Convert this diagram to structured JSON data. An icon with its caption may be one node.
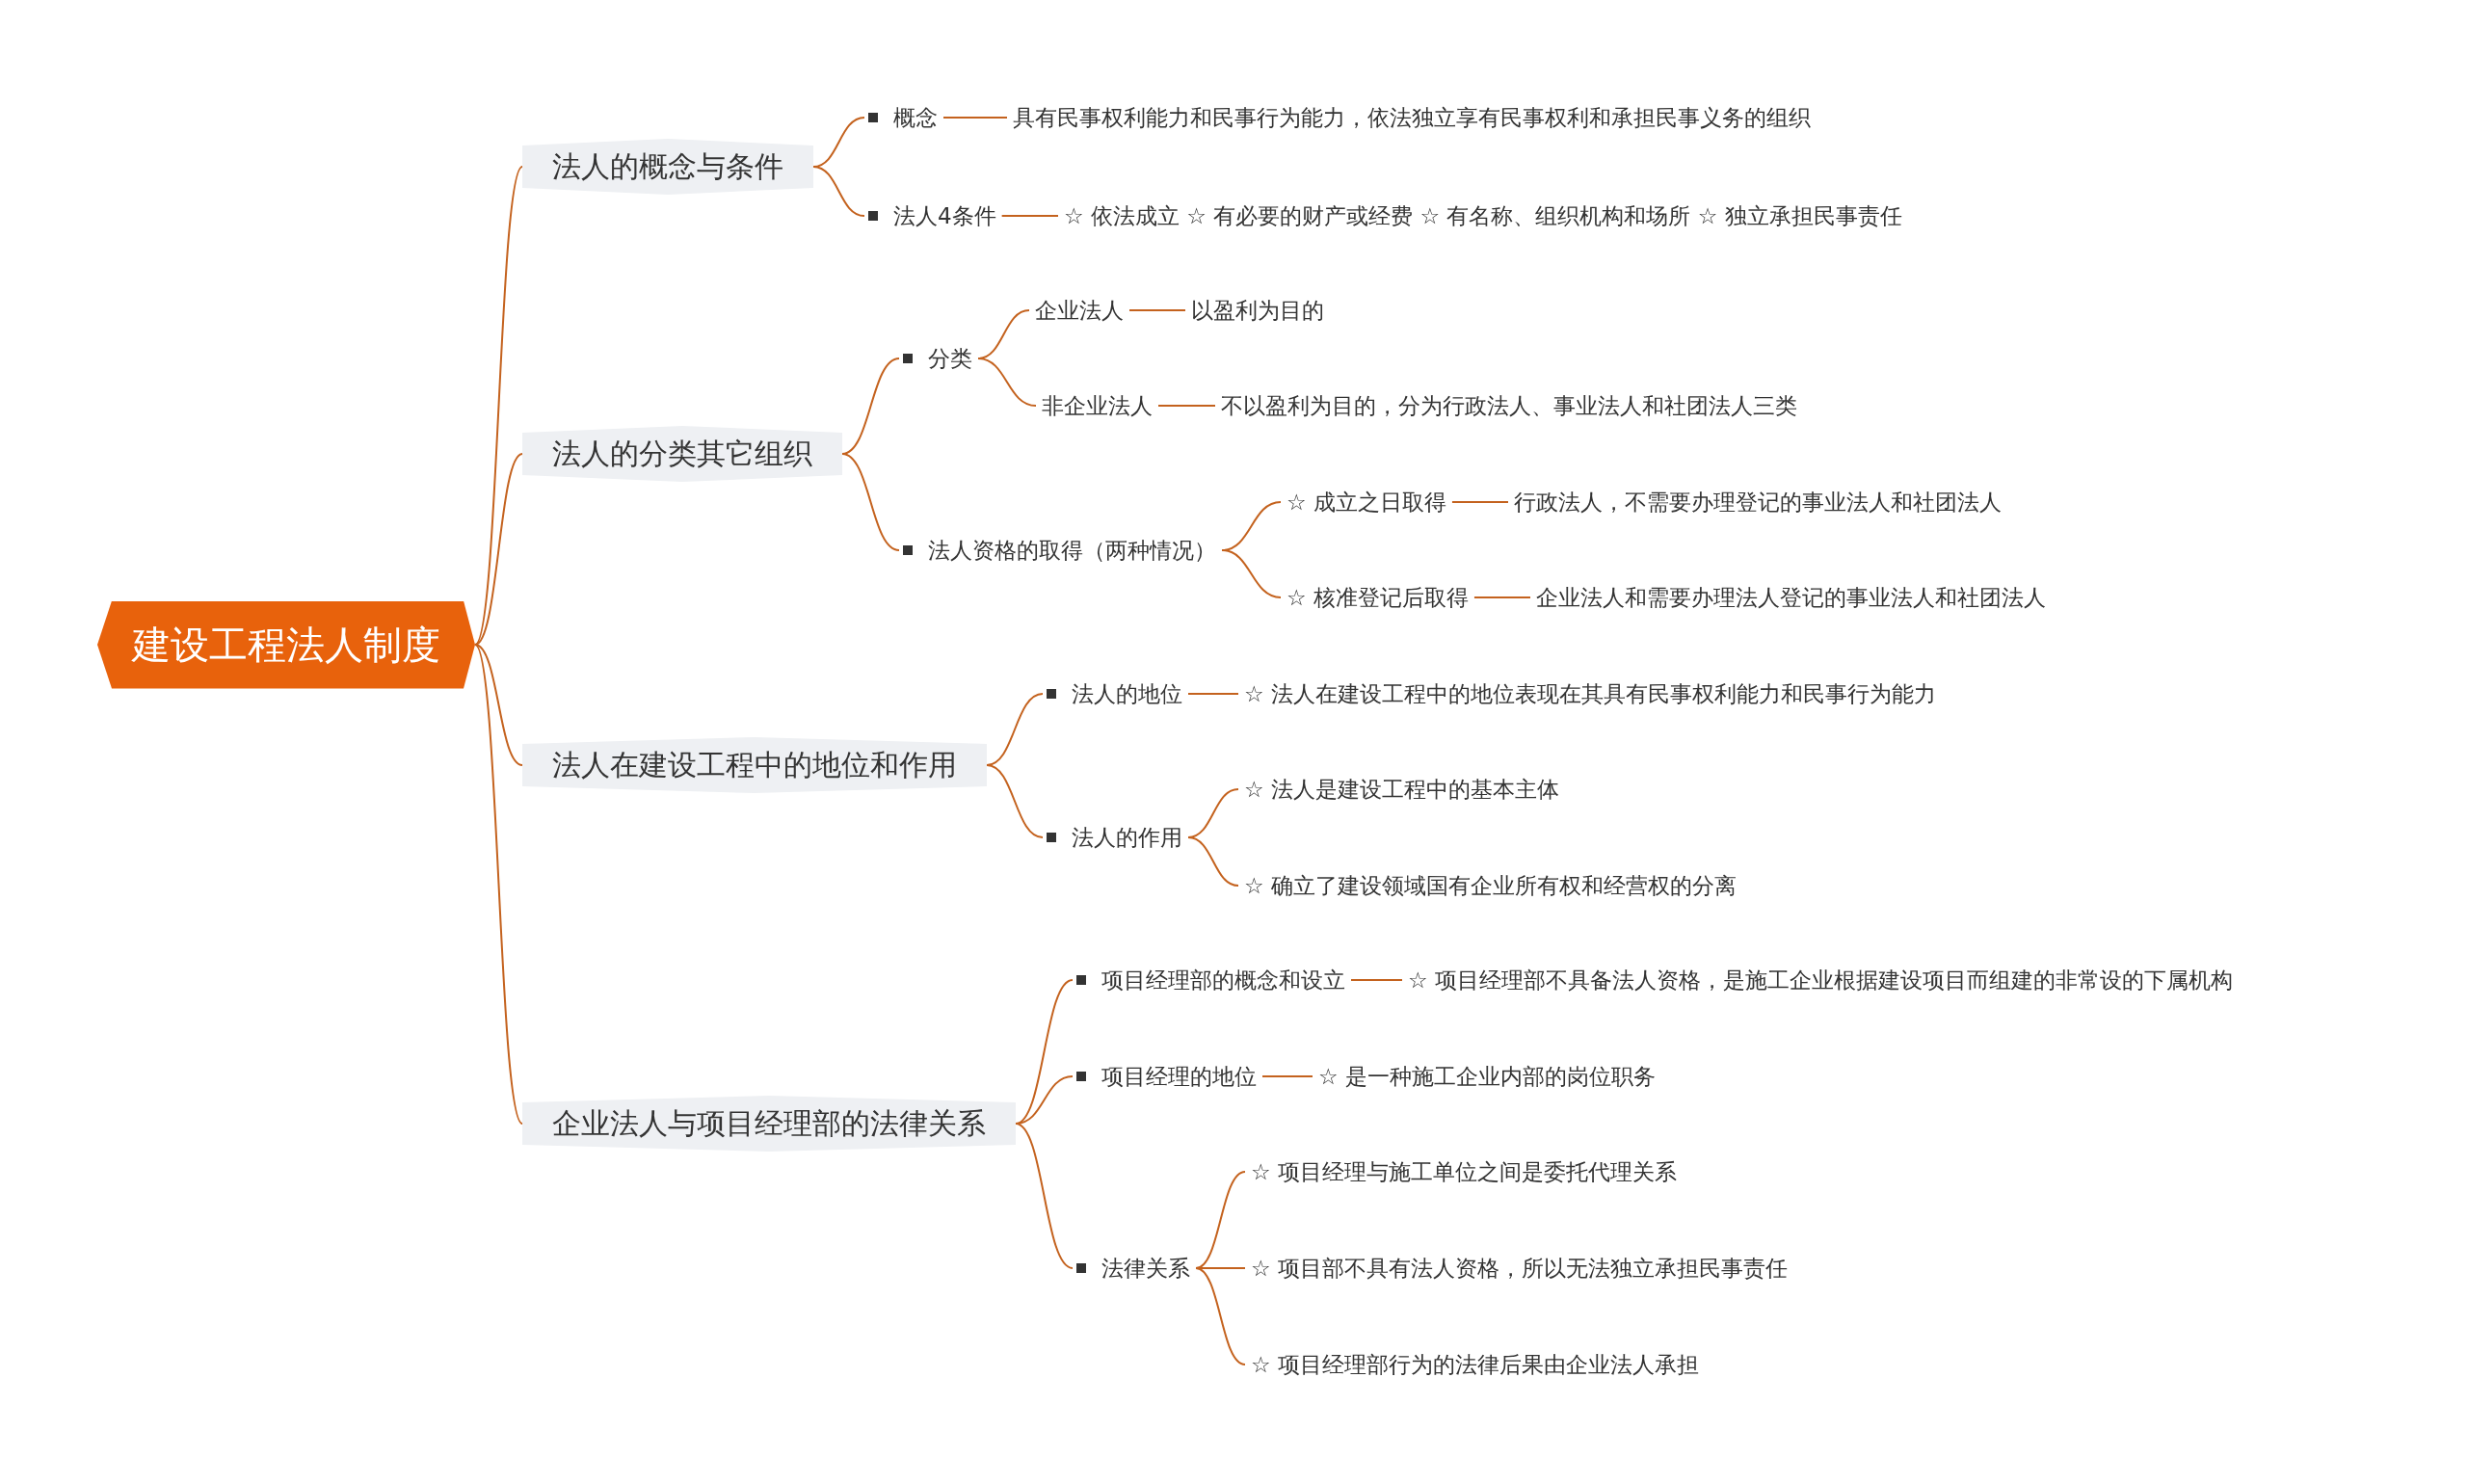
{
  "diagram": {
    "nodes": [
      {
        "text": [
          "建设工程法人制度"
        ]
      },
      {
        "text": [
          "法人的概念与条件"
        ]
      },
      {
        "text": [
          "概念"
        ]
      },
      {
        "text": [
          "具有民事权利能力和民事行为能力，依法独立享有民事权利和承担民事义务的组织"
        ]
      },
      {
        "text": [
          "法人4条件"
        ]
      },
      {
        "text": [
          "☆ 依法成立 ☆ 有必要的财产或经费 ☆ 有名称、组织机构和场所 ☆ 独立承担民事责任"
        ]
      },
      {
        "text": [
          "法人的分类其它组织"
        ]
      },
      {
        "text": [
          "分类"
        ]
      },
      {
        "text": [
          "企业法人"
        ]
      },
      {
        "text": [
          "以盈利为目的"
        ]
      },
      {
        "text": [
          "非企业法人"
        ]
      },
      {
        "text": [
          "不以盈利为目的，分为行政法人、事业法人和社团法人三类"
        ]
      },
      {
        "text": [
          "法人资格的取得（两种情况）"
        ]
      },
      {
        "text": [
          "☆ 成立之日取得"
        ]
      },
      {
        "text": [
          "行政法人，不需要办理登记的事业法人和社团法人"
        ]
      },
      {
        "text": [
          "☆ 核准登记后取得"
        ]
      },
      {
        "text": [
          "企业法人和需要办理法人登记的事业法人和社团法人"
        ]
      },
      {
        "text": [
          "法人在建设工程中的地位和作用"
        ]
      },
      {
        "text": [
          "法人的地位"
        ]
      },
      {
        "text": [
          "☆ 法人在建设工程中的地位表现在其具有民事权利能力和民事行为能力"
        ]
      },
      {
        "text": [
          "法人的作用"
        ]
      },
      {
        "text": [
          "☆ 法人是建设工程中的基本主体"
        ]
      },
      {
        "text": [
          "☆ 确立了建设领域国有企业所有权和经营权的分离"
        ]
      },
      {
        "text": [
          "企业法人与项目经理部的法律关系"
        ]
      },
      {
        "text": [
          "项目经理部的概念和设立"
        ]
      },
      {
        "text": [
          "☆ 项目经理部不具备法人资格，是施工企业根据建设项目而组建的非常设的下属机构"
        ]
      },
      {
        "text": [
          "项目经理的地位"
        ]
      },
      {
        "text": [
          "☆ 是一种施工企业内部的岗位职务"
        ]
      },
      {
        "text": [
          "法律关系"
        ]
      },
      {
        "text": [
          "☆ 项目经理与施工单位之间是委托代理关系"
        ]
      },
      {
        "text": [
          "☆ 项目部不具有法人资格，所以无法独立承担民事责任"
        ]
      },
      {
        "text": [
          "☆ 项目经理部行为的法律后果由企业法人承担"
        ]
      }
    ],
    "edges": [
      {
        "from": 0,
        "to": 1,
        "arrow": "none"
      },
      {
        "from": 0,
        "to": 6,
        "arrow": "none"
      },
      {
        "from": 0,
        "to": 17,
        "arrow": "none"
      },
      {
        "from": 0,
        "to": 23,
        "arrow": "none"
      },
      {
        "from": 1,
        "to": 2,
        "arrow": "none"
      },
      {
        "from": 2,
        "to": 3,
        "arrow": "none"
      },
      {
        "from": 1,
        "to": 4,
        "arrow": "none"
      },
      {
        "from": 4,
        "to": 5,
        "arrow": "none"
      },
      {
        "from": 6,
        "to": 7,
        "arrow": "none"
      },
      {
        "from": 7,
        "to": 8,
        "arrow": "none"
      },
      {
        "from": 8,
        "to": 9,
        "arrow": "none"
      },
      {
        "from": 7,
        "to": 10,
        "arrow": "none"
      },
      {
        "from": 10,
        "to": 11,
        "arrow": "none"
      },
      {
        "from": 6,
        "to": 12,
        "arrow": "none"
      },
      {
        "from": 12,
        "to": 13,
        "arrow": "none"
      },
      {
        "from": 13,
        "to": 14,
        "arrow": "none"
      },
      {
        "from": 12,
        "to": 15,
        "arrow": "none"
      },
      {
        "from": 15,
        "to": 16,
        "arrow": "none"
      },
      {
        "from": 17,
        "to": 18,
        "arrow": "none"
      },
      {
        "from": 18,
        "to": 19,
        "arrow": "none"
      },
      {
        "from": 17,
        "to": 20,
        "arrow": "none"
      },
      {
        "from": 20,
        "to": 21,
        "arrow": "none"
      },
      {
        "from": 20,
        "to": 22,
        "arrow": "none"
      },
      {
        "from": 23,
        "to": 24,
        "arrow": "none"
      },
      {
        "from": 24,
        "to": 25,
        "arrow": "none"
      },
      {
        "from": 23,
        "to": 26,
        "arrow": "none"
      },
      {
        "from": 26,
        "to": 27,
        "arrow": "none"
      },
      {
        "from": 23,
        "to": 28,
        "arrow": "none"
      },
      {
        "from": 28,
        "to": 29,
        "arrow": "none"
      },
      {
        "from": 28,
        "to": 30,
        "arrow": "none"
      },
      {
        "from": 28,
        "to": 31,
        "arrow": "none"
      }
    ]
  }
}
